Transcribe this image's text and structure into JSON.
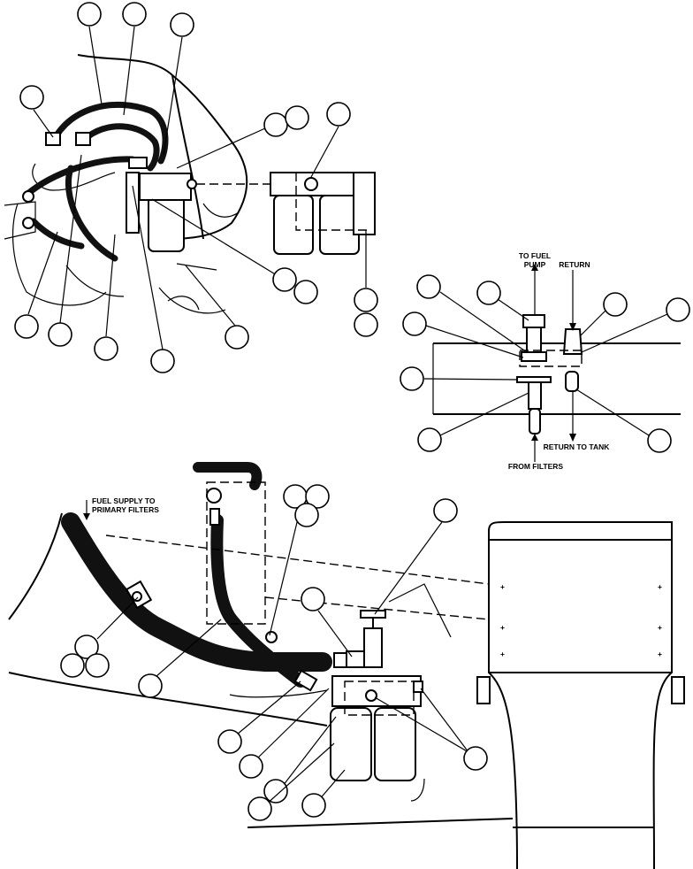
{
  "labels": {
    "to_fuel_pump_1": "TO FUEL",
    "to_fuel_pump_2": "PUMP",
    "return": "RETURN",
    "return_to_tank": "RETURN TO TANK",
    "from_filters": "FROM FILTERS",
    "fuel_supply_1": "FUEL SUPPLY TO",
    "fuel_supply_2": "PRIMARY FILTERS"
  },
  "colors": {
    "ink": "#000000",
    "paper": "#ffffff"
  }
}
